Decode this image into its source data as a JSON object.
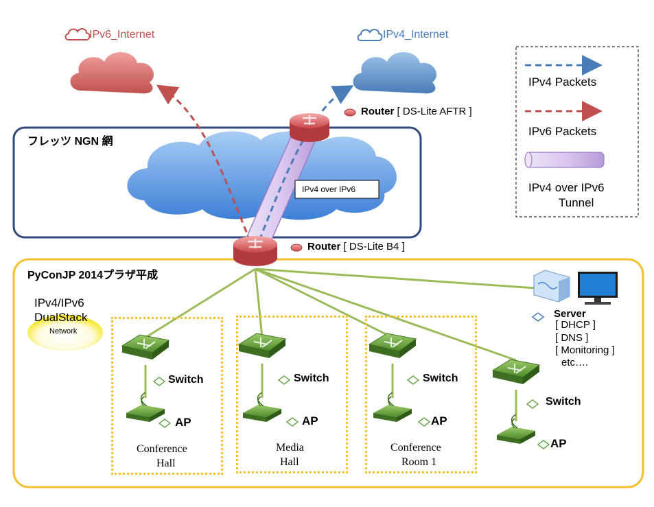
{
  "clouds": {
    "ipv6_internet": "IPv6_Internet",
    "ipv4_internet": "IPv4_Internet"
  },
  "ngn": {
    "label": "フレッツ NGN 網",
    "tunnel_label": "IPv4 over IPv6"
  },
  "routers": {
    "aftr": {
      "name": "Router",
      "role": "DS-Lite AFTR"
    },
    "b4": {
      "name": "Router",
      "role": "DS-Lite B4"
    }
  },
  "venue": {
    "label": "PyConJP 2014プラザ平成",
    "dualstack": {
      "line1": "IPv4/IPv6",
      "line2": "DualStack",
      "line3": "Network"
    }
  },
  "legend": {
    "ipv4": "IPv4 Packets",
    "ipv6": "IPv6 Packets",
    "tunnel_line1": "IPv4 over IPv6",
    "tunnel_line2": "Tunnel"
  },
  "server": {
    "name": "Server",
    "services": [
      "DHCP",
      "DNS",
      "Monitoring"
    ],
    "more": "etc…."
  },
  "rooms": [
    {
      "name_line1": "Conference",
      "name_line2": "Hall",
      "switch": "Switch",
      "ap": "AP"
    },
    {
      "name_line1": "Media",
      "name_line2": "Hall",
      "switch": "Switch",
      "ap": "AP"
    },
    {
      "name_line1": "Conference",
      "name_line2": "Room 1",
      "switch": "Switch",
      "ap": "AP"
    }
  ],
  "extra_node": {
    "switch": "Switch",
    "ap": "AP"
  },
  "colors": {
    "ipv4": "#4a7cb8",
    "ipv6": "#c0504d",
    "ngn_border": "#2f4a7a",
    "venue_border": "#f5c02c",
    "link": "#9bbb59"
  }
}
